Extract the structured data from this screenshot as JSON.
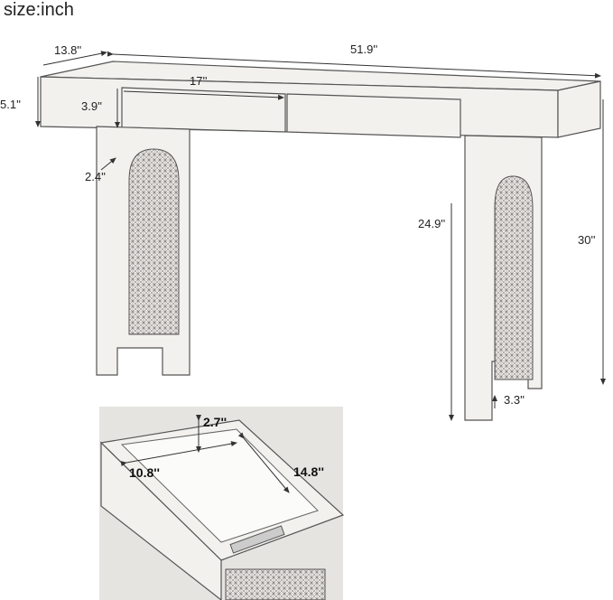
{
  "title": "size:inch",
  "dimensions": {
    "depth": "13.8''",
    "width": "51.9''",
    "top_thickness": "5.1''",
    "drawer_width": "17''",
    "drawer_height": "3.9''",
    "leg_thickness": "2.4''",
    "clearance_height": "24.9''",
    "total_height": "30''",
    "foot_width": "3.3''"
  },
  "inset": {
    "drawer_inner_depth": "2.7''",
    "drawer_inner_width": "10.8''",
    "drawer_inner_length": "14.8''"
  },
  "colors": {
    "wood": "#f3f1ee",
    "line": "#333333",
    "cane": "#8a8580"
  }
}
